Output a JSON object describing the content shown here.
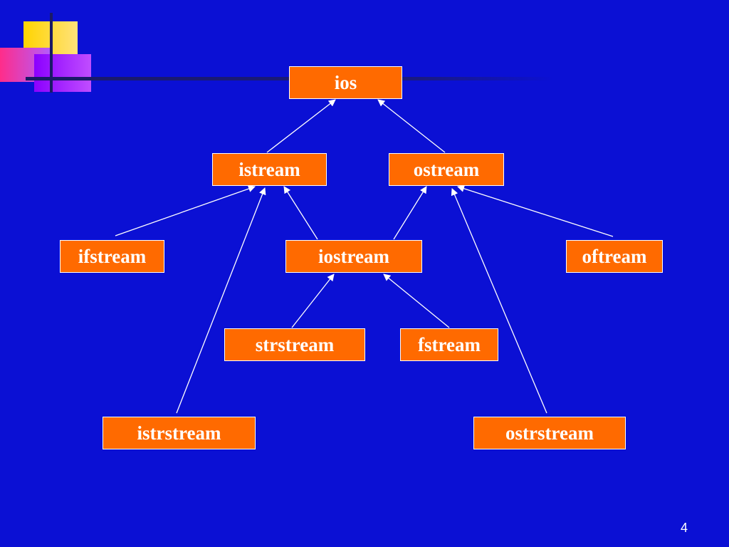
{
  "slide": {
    "page_number": "4",
    "nodes": {
      "ios": "ios",
      "istream": "istream",
      "ostream": "ostream",
      "ifstream": "ifstream",
      "iostream": "iostream",
      "oftream": "oftream",
      "strstream": "strstream",
      "fstream": "fstream",
      "istrstream": "istrstream",
      "ostrstream": "ostrstream"
    },
    "edges": [
      {
        "from": "istream",
        "to": "ios"
      },
      {
        "from": "ostream",
        "to": "ios"
      },
      {
        "from": "ifstream",
        "to": "istream"
      },
      {
        "from": "iostream",
        "to": "istream"
      },
      {
        "from": "istrstream",
        "to": "istream"
      },
      {
        "from": "iostream",
        "to": "ostream"
      },
      {
        "from": "oftream",
        "to": "ostream"
      },
      {
        "from": "ostrstream",
        "to": "ostream"
      },
      {
        "from": "strstream",
        "to": "iostream"
      },
      {
        "from": "fstream",
        "to": "iostream"
      }
    ]
  },
  "colors": {
    "background": "#0b10d4",
    "node_fill": "#ff6a00",
    "node_border": "#ffffff",
    "text": "#ffffff",
    "connector": "#ffffff"
  }
}
